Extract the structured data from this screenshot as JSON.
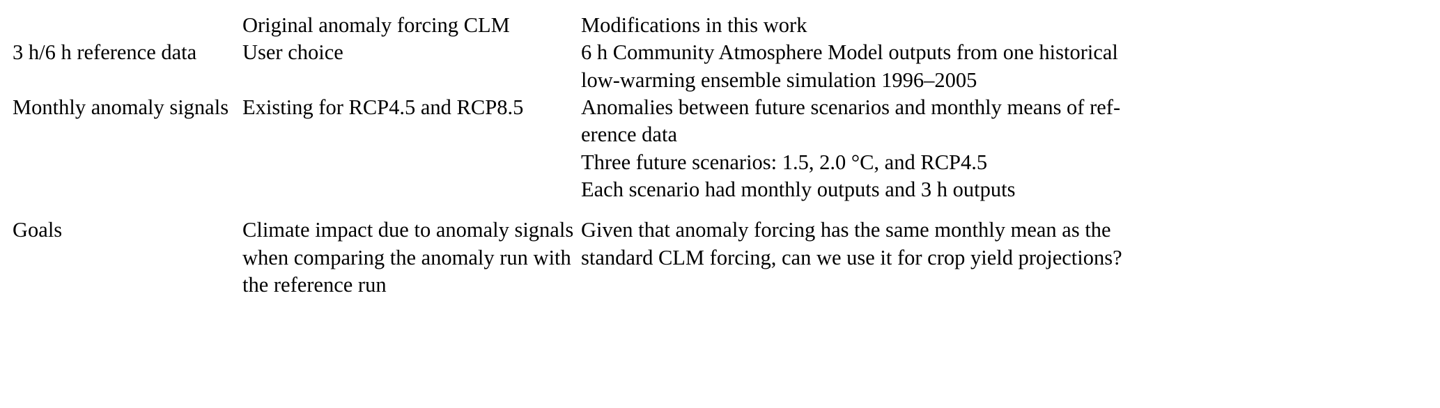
{
  "table": {
    "columns": [
      {
        "key": "aspect",
        "header": ""
      },
      {
        "key": "original",
        "header": "Original anomaly forcing CLM"
      },
      {
        "key": "modified",
        "header": "Modifications in this work"
      }
    ],
    "rows": [
      {
        "aspect": "3 h/6 h reference data",
        "original_lines": [
          "User choice"
        ],
        "modified_lines": [
          "6 h Community Atmosphere Model outputs from one historical",
          "low-warming ensemble simulation 1996–2005"
        ]
      },
      {
        "aspect": "Monthly anomaly signals",
        "original_lines": [
          "Existing for RCP4.5 and RCP8.5"
        ],
        "modified_lines": [
          "Anomalies between future scenarios and monthly means of ref-",
          "erence data",
          "Three future scenarios: 1.5, 2.0 °C, and RCP4.5",
          "Each scenario had monthly outputs and 3 h outputs"
        ]
      },
      {
        "aspect": "Goals",
        "original_lines": [
          "Climate impact due to anomaly signals",
          "when comparing the anomaly run with",
          "the reference run"
        ],
        "modified_lines": [
          "Given that anomaly forcing has the same monthly mean as the",
          "standard CLM forcing, can we use it for crop yield projections?"
        ]
      }
    ]
  },
  "style": {
    "rule_color": "#1a1a1a",
    "text_color": "#000000",
    "background": "#ffffff"
  }
}
